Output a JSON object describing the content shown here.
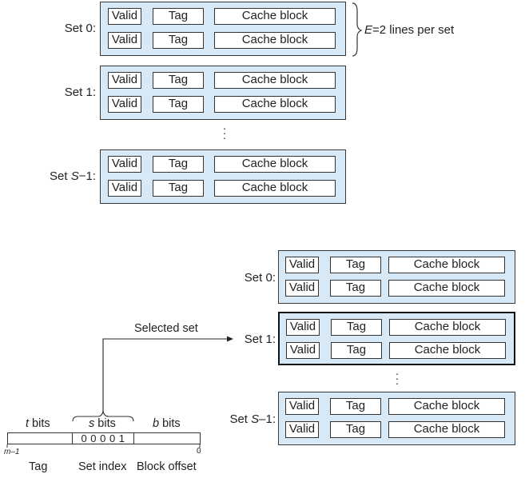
{
  "top_diagram": {
    "sets": [
      {
        "label_prefix": "Set ",
        "label_var": "",
        "label_suffix": "0:",
        "lines": [
          {
            "valid": "Valid",
            "tag": "Tag",
            "block": "Cache block"
          },
          {
            "valid": "Valid",
            "tag": "Tag",
            "block": "Cache block"
          }
        ]
      },
      {
        "label_prefix": "Set ",
        "label_var": "",
        "label_suffix": "1:",
        "lines": [
          {
            "valid": "Valid",
            "tag": "Tag",
            "block": "Cache block"
          },
          {
            "valid": "Valid",
            "tag": "Tag",
            "block": "Cache block"
          }
        ]
      },
      {
        "label_prefix": "Set ",
        "label_var": "S",
        "label_suffix": "−1:",
        "lines": [
          {
            "valid": "Valid",
            "tag": "Tag",
            "block": "Cache block"
          },
          {
            "valid": "Valid",
            "tag": "Tag",
            "block": "Cache block"
          }
        ]
      }
    ],
    "brace_var": "E",
    "brace_text": "=2 lines per set"
  },
  "bottom_diagram": {
    "sets": [
      {
        "label_prefix": "Set ",
        "label_var": "",
        "label_suffix": "0:",
        "lines": [
          {
            "valid": "Valid",
            "tag": "Tag",
            "block": "Cache block"
          },
          {
            "valid": "Valid",
            "tag": "Tag",
            "block": "Cache block"
          }
        ]
      },
      {
        "label_prefix": "Set ",
        "label_var": "",
        "label_suffix": "1:",
        "lines": [
          {
            "valid": "Valid",
            "tag": "Tag",
            "block": "Cache block"
          },
          {
            "valid": "Valid",
            "tag": "Tag",
            "block": "Cache block"
          }
        ]
      },
      {
        "label_prefix": "Set ",
        "label_var": "S",
        "label_suffix": "–1:",
        "lines": [
          {
            "valid": "Valid",
            "tag": "Tag",
            "block": "Cache block"
          },
          {
            "valid": "Valid",
            "tag": "Tag",
            "block": "Cache block"
          }
        ]
      }
    ],
    "selected_set_label": "Selected set",
    "address": {
      "t_var": "t",
      "t_text": " bits",
      "s_var": "s",
      "s_text": " bits",
      "b_var": "b",
      "b_text": " bits",
      "set_index_bits": "0 0 0 0 1",
      "msb_label": "m–1",
      "lsb_label": "0",
      "field_tag": "Tag",
      "field_set_index": "Set index",
      "field_block_offset": "Block offset"
    }
  }
}
